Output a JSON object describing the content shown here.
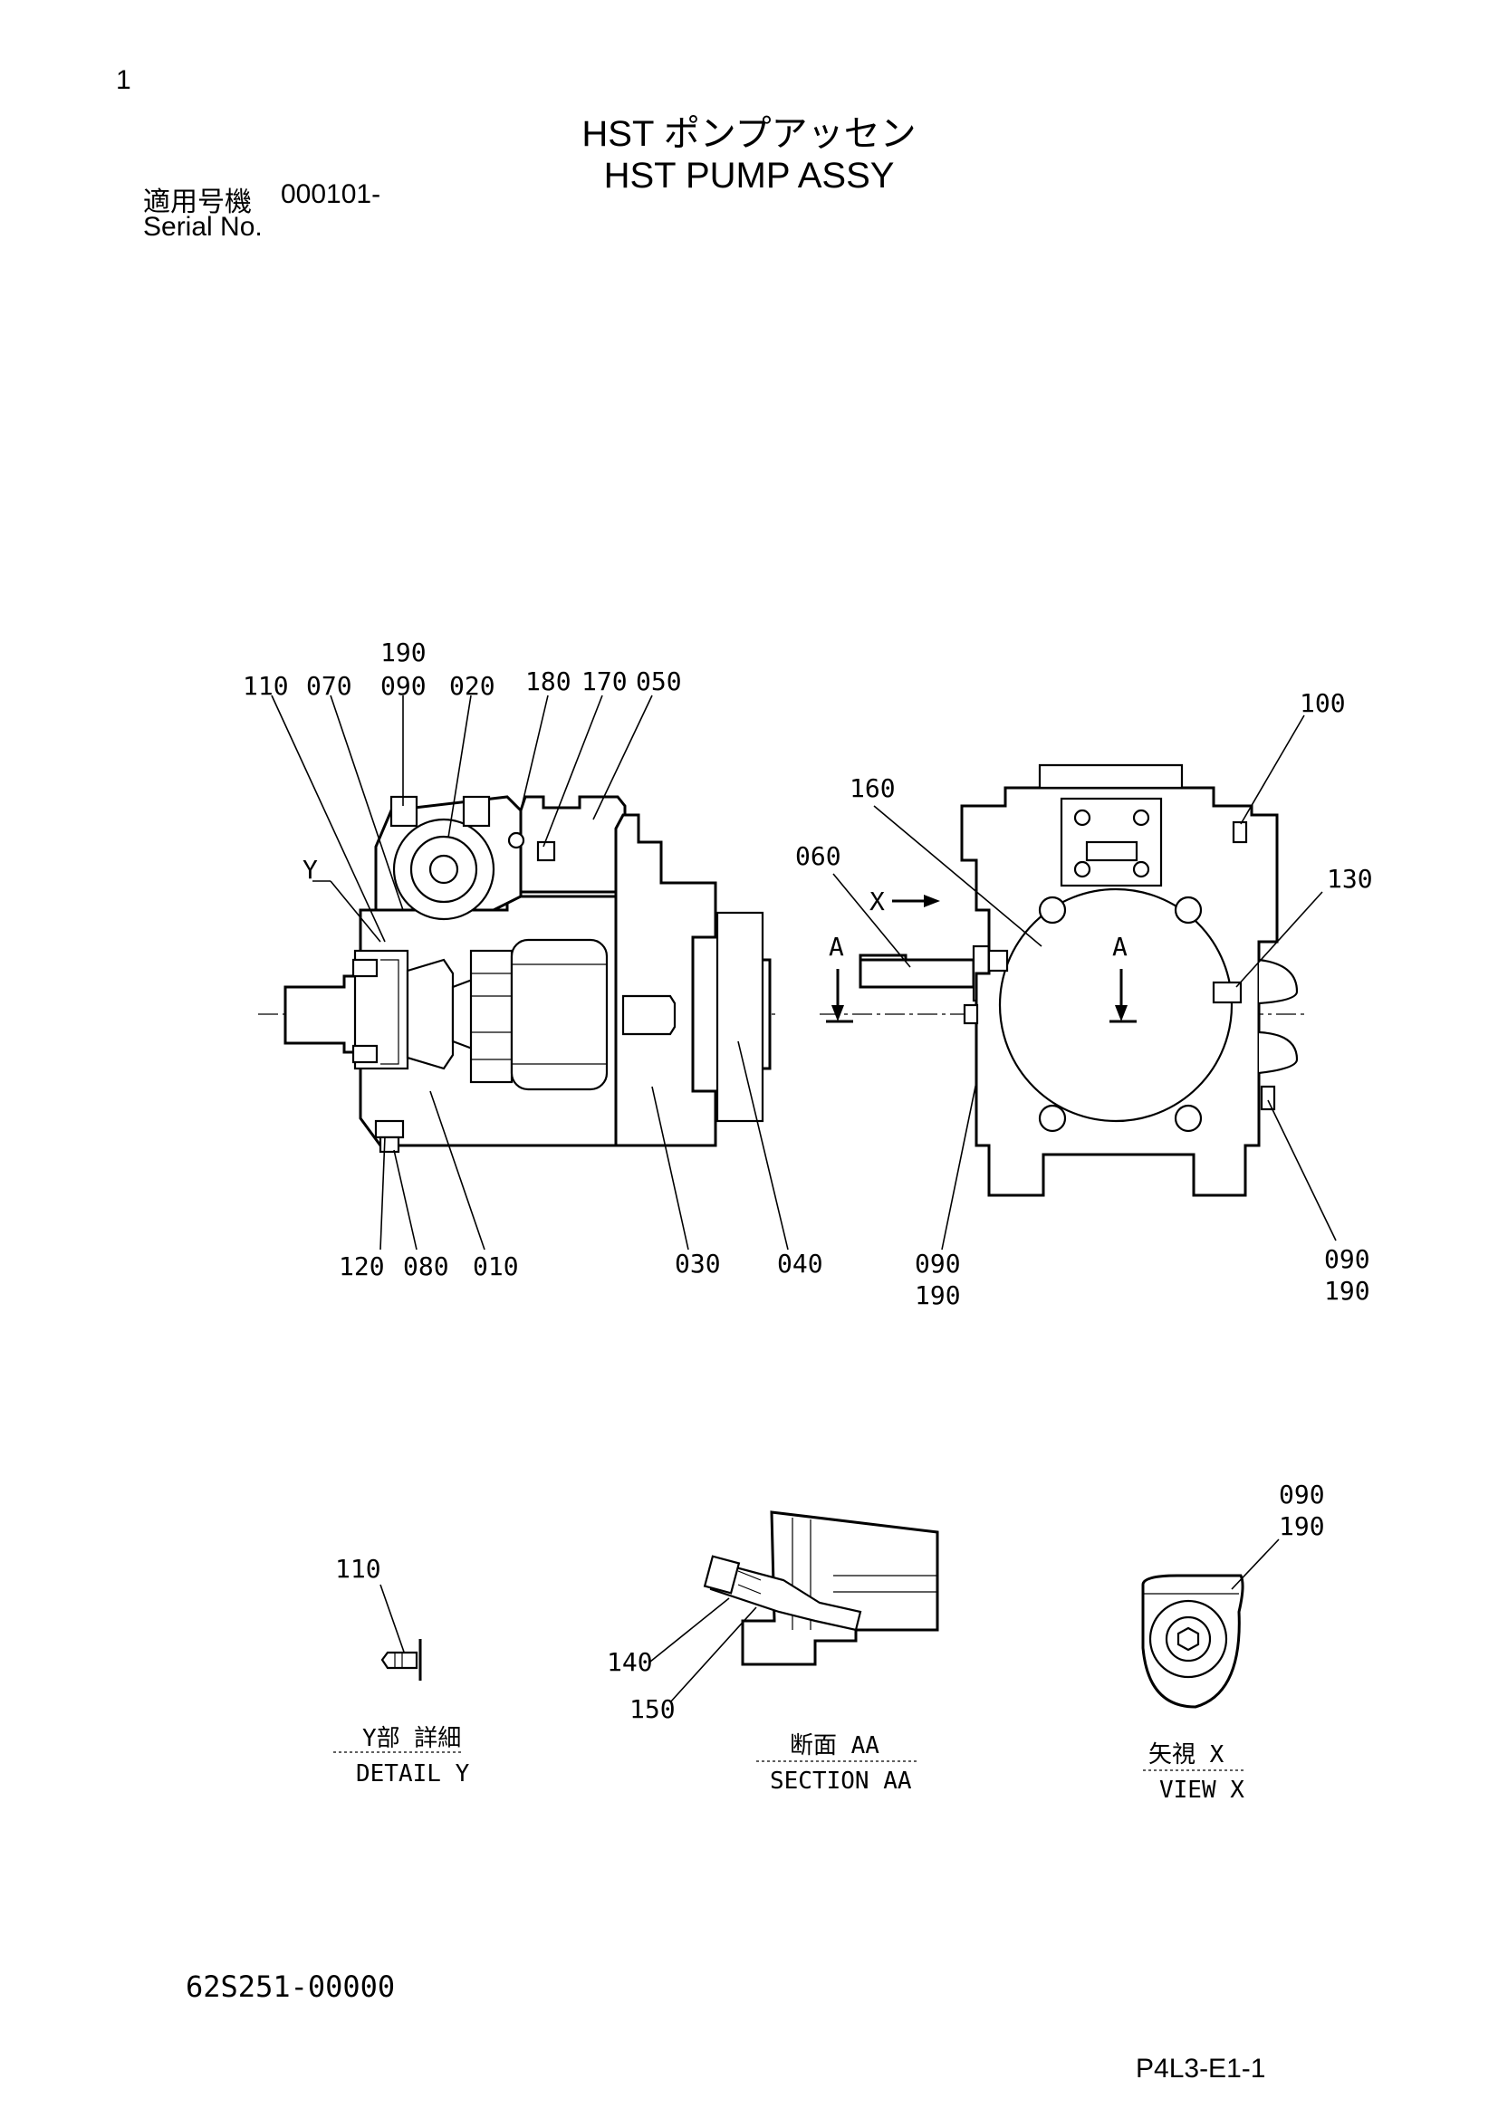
{
  "page_number": "1",
  "title_jp": "HST ポンプアッセン",
  "title_en": "HST PUMP ASSY",
  "serial": {
    "label_jp": "適用号機",
    "value": "000101-",
    "label_en": "Serial No."
  },
  "callouts": {
    "main_top": [
      "110",
      "070",
      "190",
      "090",
      "020",
      "180",
      "170",
      "050"
    ],
    "main_bottom": [
      "120",
      "080",
      "010",
      "030",
      "040"
    ],
    "main_y": "Y",
    "right_top": [
      "160",
      "060",
      "100",
      "130"
    ],
    "right_bottom_left": [
      "090",
      "190"
    ],
    "right_bottom_right": [
      "090",
      "190"
    ],
    "view_x_arrow": "X",
    "section_arrow_left": "A",
    "section_arrow_right": "A",
    "detail_y_part": "110",
    "section_parts": [
      "140",
      "150"
    ],
    "view_x_parts": [
      "090",
      "190"
    ]
  },
  "captions": {
    "detail_y_jp": "Y部 詳細",
    "detail_y_en": "DETAIL Y",
    "section_aa_jp": "断面 AA",
    "section_aa_en": "SECTION AA",
    "view_x_jp": "矢視 X",
    "view_x_en": "VIEW X"
  },
  "drawing_number": "62S251-00000",
  "page_code": "P4L3-E1-1"
}
